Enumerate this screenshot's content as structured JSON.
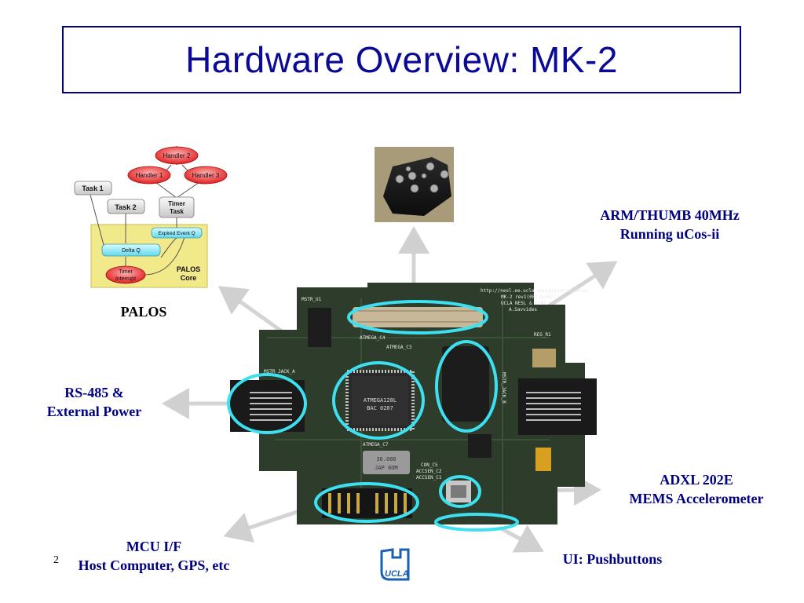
{
  "slide": {
    "title": "Hardware Overview: MK-2",
    "number": "2"
  },
  "labels": {
    "palos": "PALOS",
    "arm_line1": "ARM/THUMB 40MHz",
    "arm_line2": "Running uCos-ii",
    "rs485_line1": "RS-485 &",
    "rs485_line2": "External Power",
    "adxl_line1": "ADXL 202E",
    "adxl_line2": "MEMS Accelerometer",
    "mcu_line1": "MCU I/F",
    "mcu_line2": "Host Computer, GPS, etc",
    "ui_pushbuttons": "UI: Pushbuttons"
  },
  "palos_diagram": {
    "handler2": "Handler 2",
    "handler1": "Handler 1",
    "handler3": "Handler 3",
    "task1": "Task 1",
    "task2": "Task 2",
    "timer_task_line1": "Timer",
    "timer_task_line2": "Task",
    "expired_event_q": "Expired Event Q",
    "delta_q": "Delta Q",
    "timer_interrupt_line1": "Timer",
    "timer_interrupt_line2": "Interrupt",
    "palos_core_line1": "PALOS",
    "palos_core_line2": "Core"
  },
  "board_markings": {
    "chip_line1": "ATMEGA128L",
    "chip_line2": "BAC 0207",
    "url_line1": "http://nesl.ee.ucla.edu/projects/ahlos",
    "url_line2": "MK-2 rev1(08/16/02)",
    "url_line3": "UCLA NESL & CENS",
    "url_line4": "A.Savvides",
    "mstr_u1": "MSTR_U1",
    "mstr_jack_a": "MSTR_JACK_A",
    "mstr_jack_b": "MSTR_JACK_B",
    "atmega_c7": "ATMEGA_C7",
    "atmega_c4": "ATMEGA_C4",
    "atmega_c3": "ATMEGA_C3",
    "reg_r1": "REG_R1",
    "con_c5": "CON_C5",
    "accsen_c2": "ACCSEN_C2",
    "accsen_c1": "ACCSEN_C1",
    "xtal_line1": "30.000",
    "xtal_line2": "JAP 0OM"
  },
  "logo": {
    "text": "UCLA"
  },
  "colors": {
    "title": "#0a0a96",
    "label": "#000080",
    "highlight_ring": "#3de0f0",
    "arrow": "#d4d4d4",
    "pcb": "#2e3d2b"
  }
}
